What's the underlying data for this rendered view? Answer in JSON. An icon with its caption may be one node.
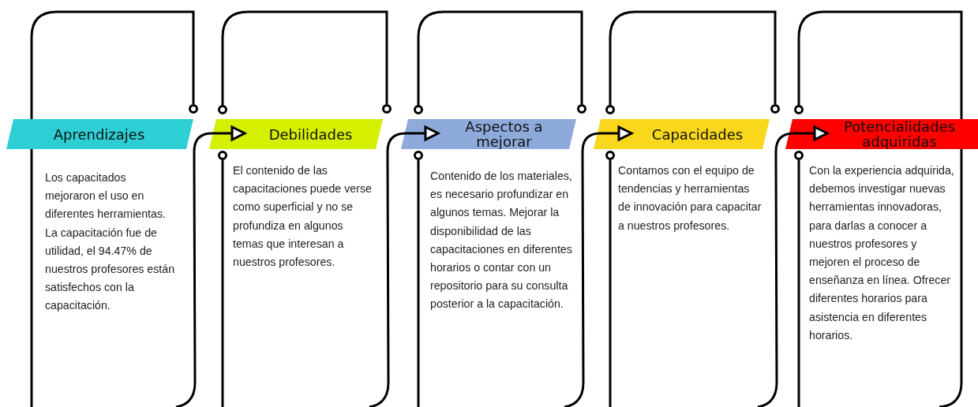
{
  "diagram": {
    "nodes": [
      {
        "text": [
          "Aprendizajes",
          "Los capacitados mejoraron el uso en diferentes herramientas. La capacitación fue de utilidad, el 94.47% de nuestros profesores están satisfechos con la capacitación."
        ]
      },
      {
        "text": [
          "Debilidades",
          "El contenido de las capacitaciones puede verse como superficial y no se profundiza en algunos temas que interesan a nuestros profesores."
        ]
      },
      {
        "text": [
          "Aspectos a mejorar",
          "Contenido de los materiales, es necesario profundizar en algunos temas. Mejorar la disponibilidad de las capacitaciones en diferentes horarios o contar con un repositorio para su consulta posterior a la capacitación."
        ]
      },
      {
        "text": [
          "Capacidades",
          "Contamos con el equipo de tendencias y herramientas de innovación para capacitar a nuestros profesores."
        ]
      },
      {
        "text": [
          "Potencialidades adquiridas",
          "Con la experiencia adquirida, debemos investigar nuevas herramientas innovadoras, para darlas a conocer a nuestros profesores y mejoren el proceso de enseñanza en línea. Ofrecer diferentes horarios para asistencia en diferentes horarios."
        ]
      }
    ],
    "edges": [
      {
        "from": 0,
        "to": 1,
        "arrow": "to"
      },
      {
        "from": 1,
        "to": 2,
        "arrow": "to"
      },
      {
        "from": 2,
        "to": 3,
        "arrow": "to"
      },
      {
        "from": 3,
        "to": 4,
        "arrow": "to"
      }
    ]
  }
}
